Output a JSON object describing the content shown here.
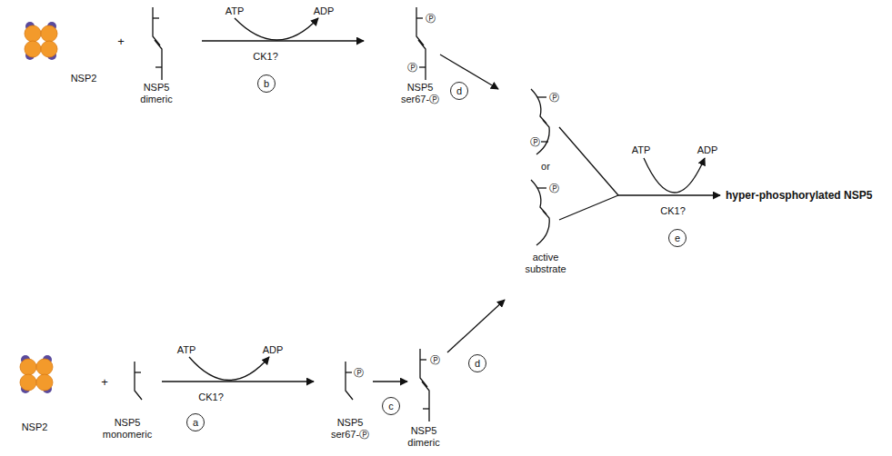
{
  "diagram": {
    "nodes": [
      {
        "text": [
          "b"
        ]
      },
      {
        "text": [
          "d"
        ]
      },
      {
        "text": [
          "a"
        ]
      },
      {
        "text": [
          "c"
        ]
      },
      {
        "text": [
          "d"
        ]
      },
      {
        "text": [
          "e"
        ]
      }
    ],
    "labels": [
      "ATP",
      "ADP",
      "CK1?",
      "NSP2",
      "+",
      "NSP5 dimeric",
      "NSP5 ser67-Ⓟ",
      "Ⓟ",
      "Ⓟ",
      "Ⓟ",
      "Ⓟ",
      "or",
      "Ⓟ",
      "active substrate",
      "ATP",
      "ADP",
      "CK1?",
      "hyper-phosphorylated NSP5",
      "ATP",
      "ADP",
      "CK1?",
      "NSP2",
      "+",
      "NSP5 monomeric",
      "NSP5 ser67-Ⓟ",
      "Ⓟ",
      "Ⓟ",
      "NSP5 dimeric"
    ]
  }
}
